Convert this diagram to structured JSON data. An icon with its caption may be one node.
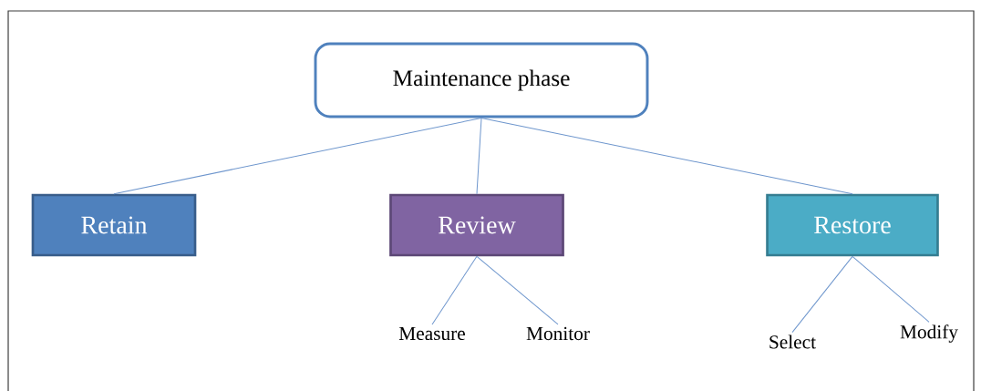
{
  "diagram": {
    "nodes": [
      {
        "text": [
          "Maintenance phase"
        ]
      },
      {
        "text": [
          "Retain"
        ]
      },
      {
        "text": [
          "Review"
        ]
      },
      {
        "text": [
          "Restore"
        ]
      },
      {
        "text": [
          "Measure"
        ]
      },
      {
        "text": [
          "Monitor"
        ]
      },
      {
        "text": [
          "Select"
        ]
      },
      {
        "text": [
          "Modify"
        ]
      }
    ],
    "edges": [
      {
        "from": 0,
        "to": 1,
        "arrow": "none"
      },
      {
        "from": 0,
        "to": 2,
        "arrow": "none"
      },
      {
        "from": 0,
        "to": 3,
        "arrow": "none"
      },
      {
        "from": 2,
        "to": 4,
        "arrow": "none"
      },
      {
        "from": 2,
        "to": 5,
        "arrow": "none"
      },
      {
        "from": 3,
        "to": 6,
        "arrow": "none"
      },
      {
        "from": 3,
        "to": 7,
        "arrow": "none"
      }
    ]
  }
}
